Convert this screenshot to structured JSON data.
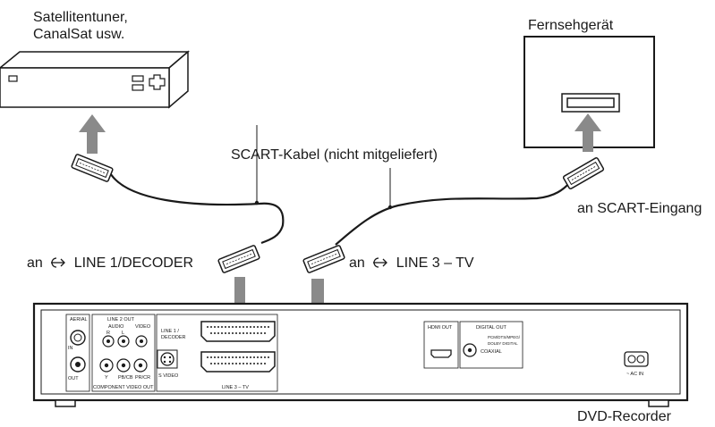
{
  "devices": {
    "satellite_tuner_line1": "Satellitentuner,",
    "satellite_tuner_line2": "CanalSat usw.",
    "tv": "Fernsehgerät",
    "dvd_recorder": "DVD-Recorder"
  },
  "cable": {
    "scart_cable": "SCART-Kabel (nicht mitgeliefert)",
    "to_scart_input": "an SCART-Eingang",
    "to_line1_prefix": "an",
    "to_line1_suffix": "LINE 1/DECODER",
    "to_line3_prefix": "an",
    "to_line3_suffix": "LINE 3 – TV"
  },
  "rear_panel": {
    "aerial": "AERIAL",
    "in": "IN",
    "out": "OUT",
    "line2_out": "LINE 2 OUT",
    "audio": "AUDIO",
    "r": "R",
    "l": "L",
    "video": "VIDEO",
    "y": "Y",
    "pb_cb": "PB/CB",
    "pr_cr": "PR/CR",
    "component_video_out": "COMPONENT VIDEO OUT",
    "s_video": "S VIDEO",
    "line1_decoder_a": "LINE 1 /",
    "line1_decoder_b": "DECODER",
    "line3_tv": "LINE 3 – TV",
    "hdmi_out": "HDMI OUT",
    "digital_out": "DIGITAL OUT",
    "pcm_info_a": "PCM/DTS/MPEG/",
    "pcm_info_b": "DOLBY DIGITAL",
    "coaxial": "COAXIAL",
    "ac_in": "~ AC IN"
  },
  "colors": {
    "line": "#1a1a1a",
    "arrow_fill": "#8a8a8a",
    "panel_fill": "#ffffff"
  }
}
